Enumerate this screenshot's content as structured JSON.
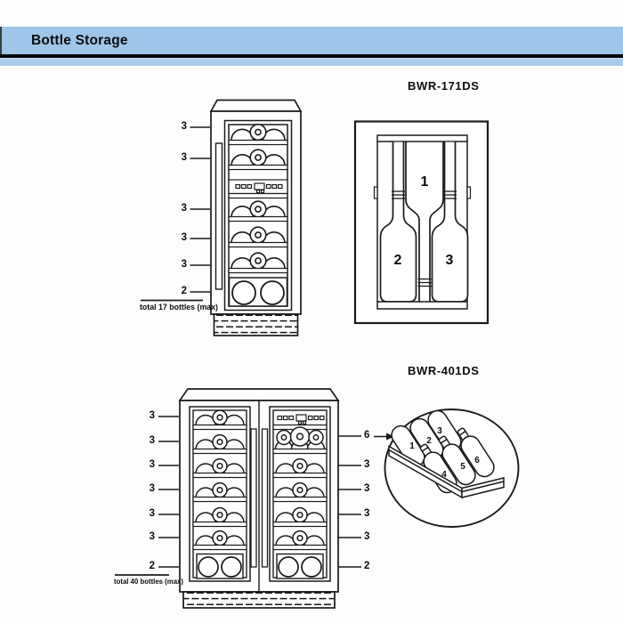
{
  "header": {
    "title": "Bottle Storage"
  },
  "colors": {
    "header_band": "#9fc5e8",
    "header_subband": "#a9cceb",
    "rule": "#000000",
    "line_art": "#1b1b1b"
  },
  "sections": [
    {
      "model": "BWR-171DS",
      "total_label": "total 17 bottles (max)",
      "shelf_counts": [
        "3",
        "3",
        "3",
        "3",
        "3",
        "2"
      ],
      "detail_numbers": [
        "1",
        "2",
        "3"
      ]
    },
    {
      "model": "BWR-401DS",
      "total_label": "total 40 bottles (max)",
      "left_shelf_counts": [
        "3",
        "3",
        "3",
        "3",
        "3",
        "3",
        "2"
      ],
      "right_shelf_counts": [
        "6",
        "3",
        "3",
        "3",
        "3",
        "2"
      ],
      "detail_numbers": [
        "1",
        "2",
        "3",
        "4",
        "5",
        "6"
      ]
    }
  ]
}
